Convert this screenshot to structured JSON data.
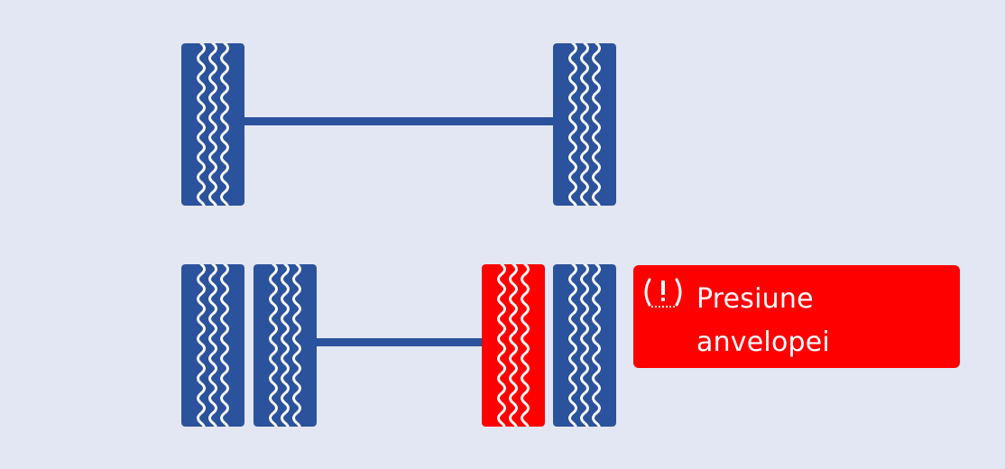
{
  "colors": {
    "background": "#E3E6F3",
    "tire_ok": "#2B529C",
    "tire_alert": "#FF0000",
    "axle": "#2B529C",
    "tread": "#FFFFFF",
    "alert_bg": "#FF0000",
    "alert_text": "#FFFFFF"
  },
  "axles": [
    {
      "tires": [
        {
          "status": "ok"
        },
        {
          "status": "ok"
        }
      ]
    },
    {
      "tires": [
        {
          "status": "ok"
        },
        {
          "status": "ok"
        },
        {
          "status": "alert"
        },
        {
          "status": "ok"
        }
      ]
    }
  ],
  "alert": {
    "icon": "tire-pressure-warning-icon",
    "message": "Presiune\nanvelopei"
  }
}
